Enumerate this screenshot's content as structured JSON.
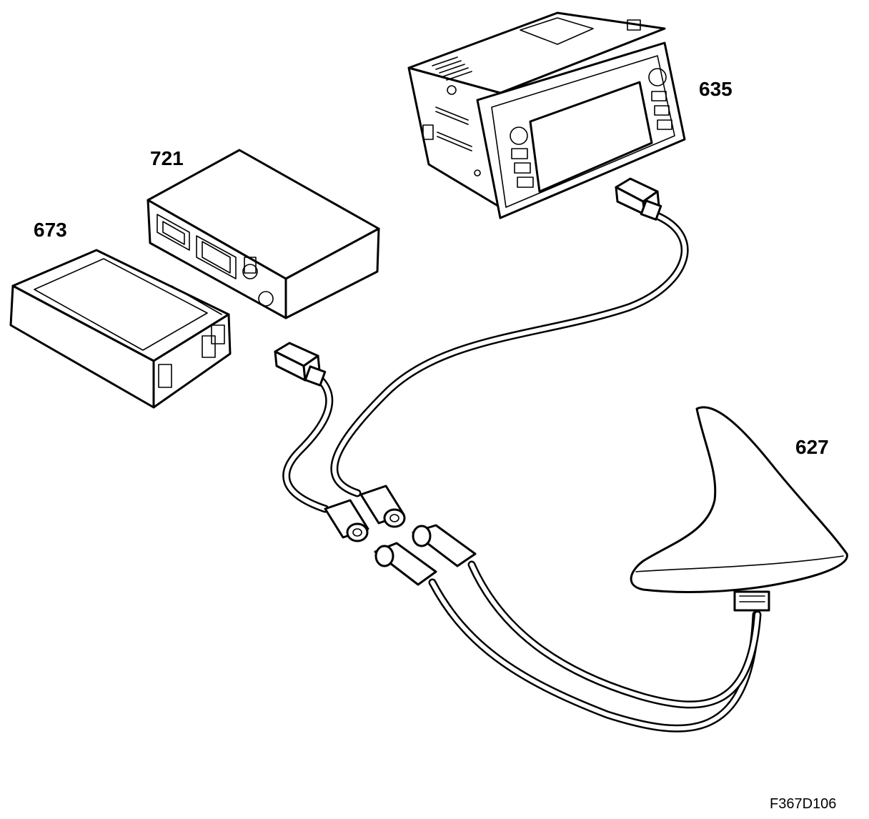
{
  "labels": {
    "unit_635": "635",
    "unit_721": "721",
    "unit_673": "673",
    "unit_627": "627"
  },
  "figure_ref": "F367D106",
  "colors": {
    "line": "#000000",
    "background": "#ffffff"
  }
}
